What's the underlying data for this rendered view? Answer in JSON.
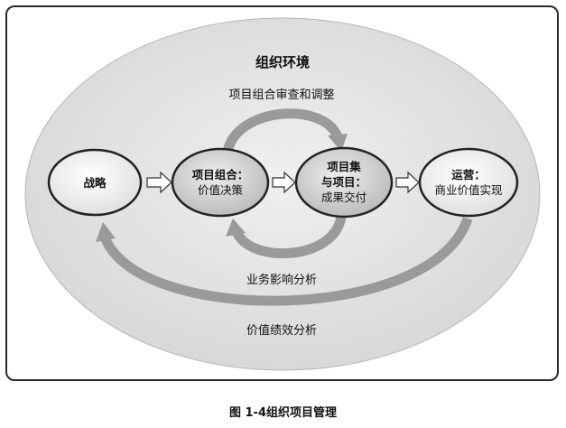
{
  "environment": {
    "title": "组织环境"
  },
  "nodes": {
    "strategy": {
      "label": "战略"
    },
    "portfolio": {
      "line1": "项目组合：",
      "line2": "价值决策"
    },
    "program": {
      "line1": "项目集",
      "line2": "与项目：",
      "line3": "成果交付"
    },
    "operations": {
      "line1": "运营：",
      "line2": "商业价值实现"
    }
  },
  "feedback": {
    "top": "项目组合审查和调整",
    "middle": "业务影响分析",
    "bottom": "价值绩效分析"
  },
  "caption": "图 1-4组织项目管理"
}
